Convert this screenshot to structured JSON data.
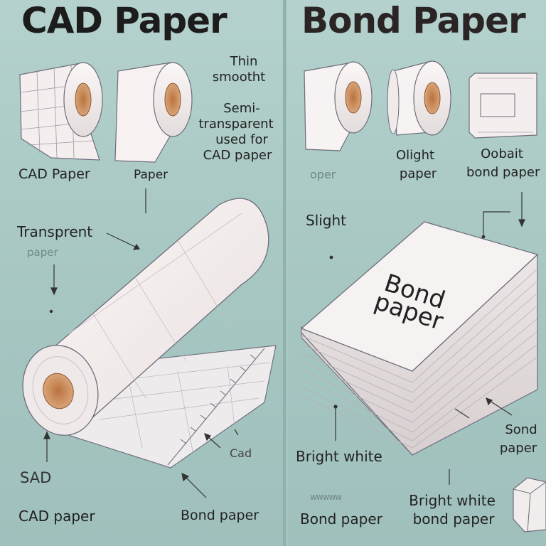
{
  "left_panel": {
    "title": "CAD Paper",
    "note_lines": [
      "Thin",
      "smootht",
      "Semi-",
      "transparent",
      "used for",
      "CAD paper"
    ],
    "labels": {
      "roll1": "CAD Paper",
      "roll2": "Paper",
      "transparent": "Transprent",
      "transparent_sub": "paper",
      "sad": "SAD",
      "cad_paper_bottom": "CAD paper",
      "cad": "Cad",
      "bond_paper_bottom": "Bond paper"
    }
  },
  "right_panel": {
    "title": "Bond Paper",
    "labels": {
      "roll1": "oper",
      "roll2_line1": "Olight",
      "roll2_line2": "paper",
      "roll3_line1": "Oobait",
      "roll3_line2": "bond paper",
      "slight": "Slight",
      "stack_line1": "Bond",
      "stack_line2": "paper",
      "bright_white": "Bright white",
      "sond_line1": "Sond",
      "sond_line2": "paper",
      "faint_top": "wwwww",
      "bottom_left": "Bond paper",
      "bottom_right_line1": "Bright white",
      "bottom_right_line2": "bond paper"
    }
  },
  "colors": {
    "background": "#a9c8c4",
    "paper": "#f6f1ef",
    "core": "#c98a5a",
    "text": "#222222"
  }
}
